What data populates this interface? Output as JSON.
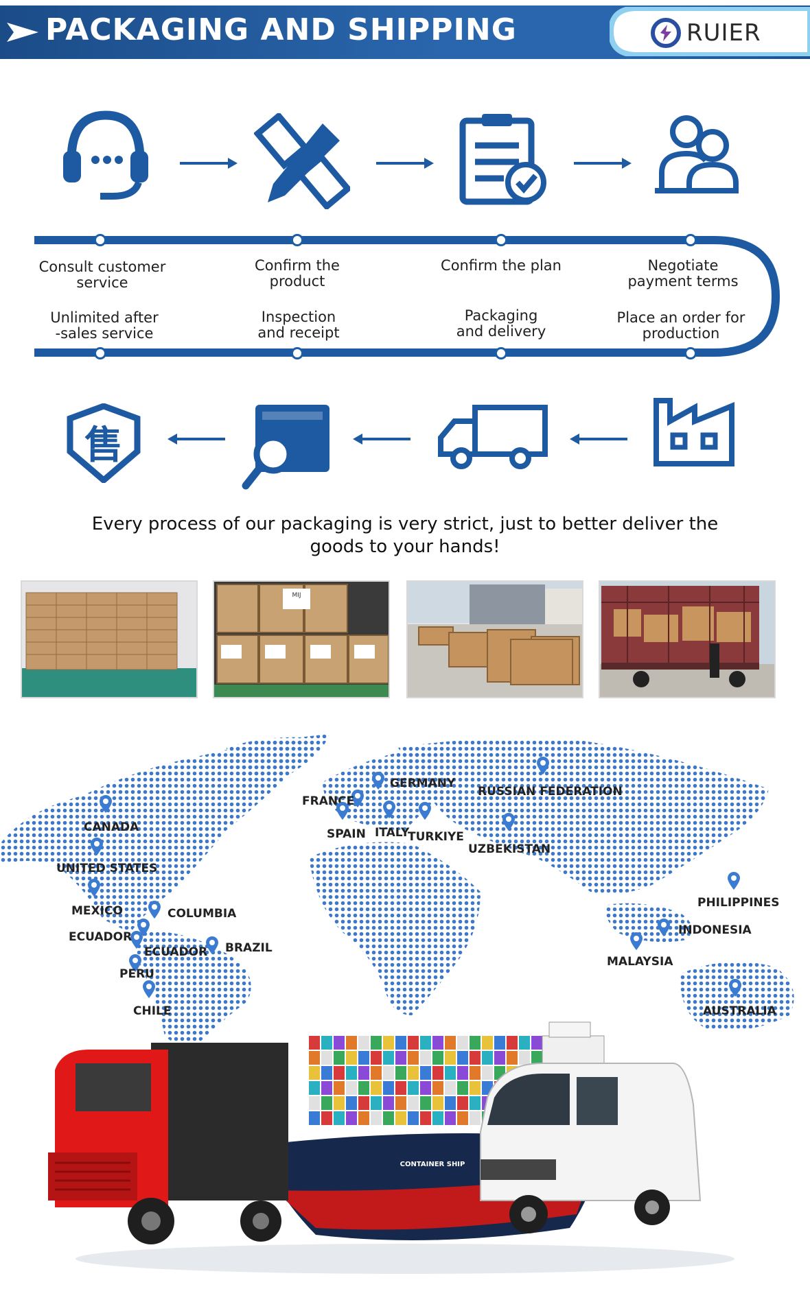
{
  "header": {
    "title": "PACKAGING AND SHIPPING",
    "brand": "RUIER",
    "colors": {
      "primary": "#1d5aa2",
      "bar_dark": "#1b4c88"
    }
  },
  "process": {
    "top_icons": [
      "headset-icon",
      "pencil-ruler-icon",
      "clipboard-check-icon",
      "users-icon"
    ],
    "bottom_icons": [
      "after-sales-shield-icon",
      "box-inspection-icon",
      "delivery-truck-icon",
      "factory-icon"
    ],
    "steps_top": [
      {
        "line1": "Consult customer",
        "line2": "service"
      },
      {
        "line1": "Confirm the",
        "line2": "product"
      },
      {
        "line1": "Confirm the plan",
        "line2": ""
      },
      {
        "line1": "Negotiate",
        "line2": "payment terms"
      }
    ],
    "steps_bottom": [
      {
        "line1": "Unlimited after",
        "line2": "-sales service"
      },
      {
        "line1": "Inspection",
        "line2": "and receipt"
      },
      {
        "line1": "Packaging",
        "line2": "and delivery"
      },
      {
        "line1": "Place an order for",
        "line2": "production"
      }
    ],
    "glyph_after_sales": "售"
  },
  "tagline": {
    "line1": "Every process of our packaging is very strict, just to better deliver the",
    "line2": "goods to your hands!"
  },
  "photos": [
    {
      "name": "warehouse-boxes-photo",
      "box_label": ""
    },
    {
      "name": "cartons-stack-photo",
      "box_label": "MIJ"
    },
    {
      "name": "wooden-crates-photo",
      "box_label": ""
    },
    {
      "name": "truck-loading-photo",
      "box_label": ""
    }
  ],
  "map": {
    "locations": [
      "CANADA",
      "UNITED STATES",
      "MEXICO",
      "ECUADOR",
      "COLUMBIA",
      "ECUADOR",
      "BRAZIL",
      "PERU",
      "CHILE",
      "FRANCE",
      "GERMANY",
      "RUSSIAN FEDERATION",
      "SPAIN",
      "ITALY",
      "TURKIYE",
      "UZBEKISTAN",
      "PHILIPPINES",
      "INDONESIA",
      "MALAYSIA",
      "AUSTRALIA"
    ]
  },
  "transport": {
    "ship_label": "CONTAINER SHIP"
  }
}
